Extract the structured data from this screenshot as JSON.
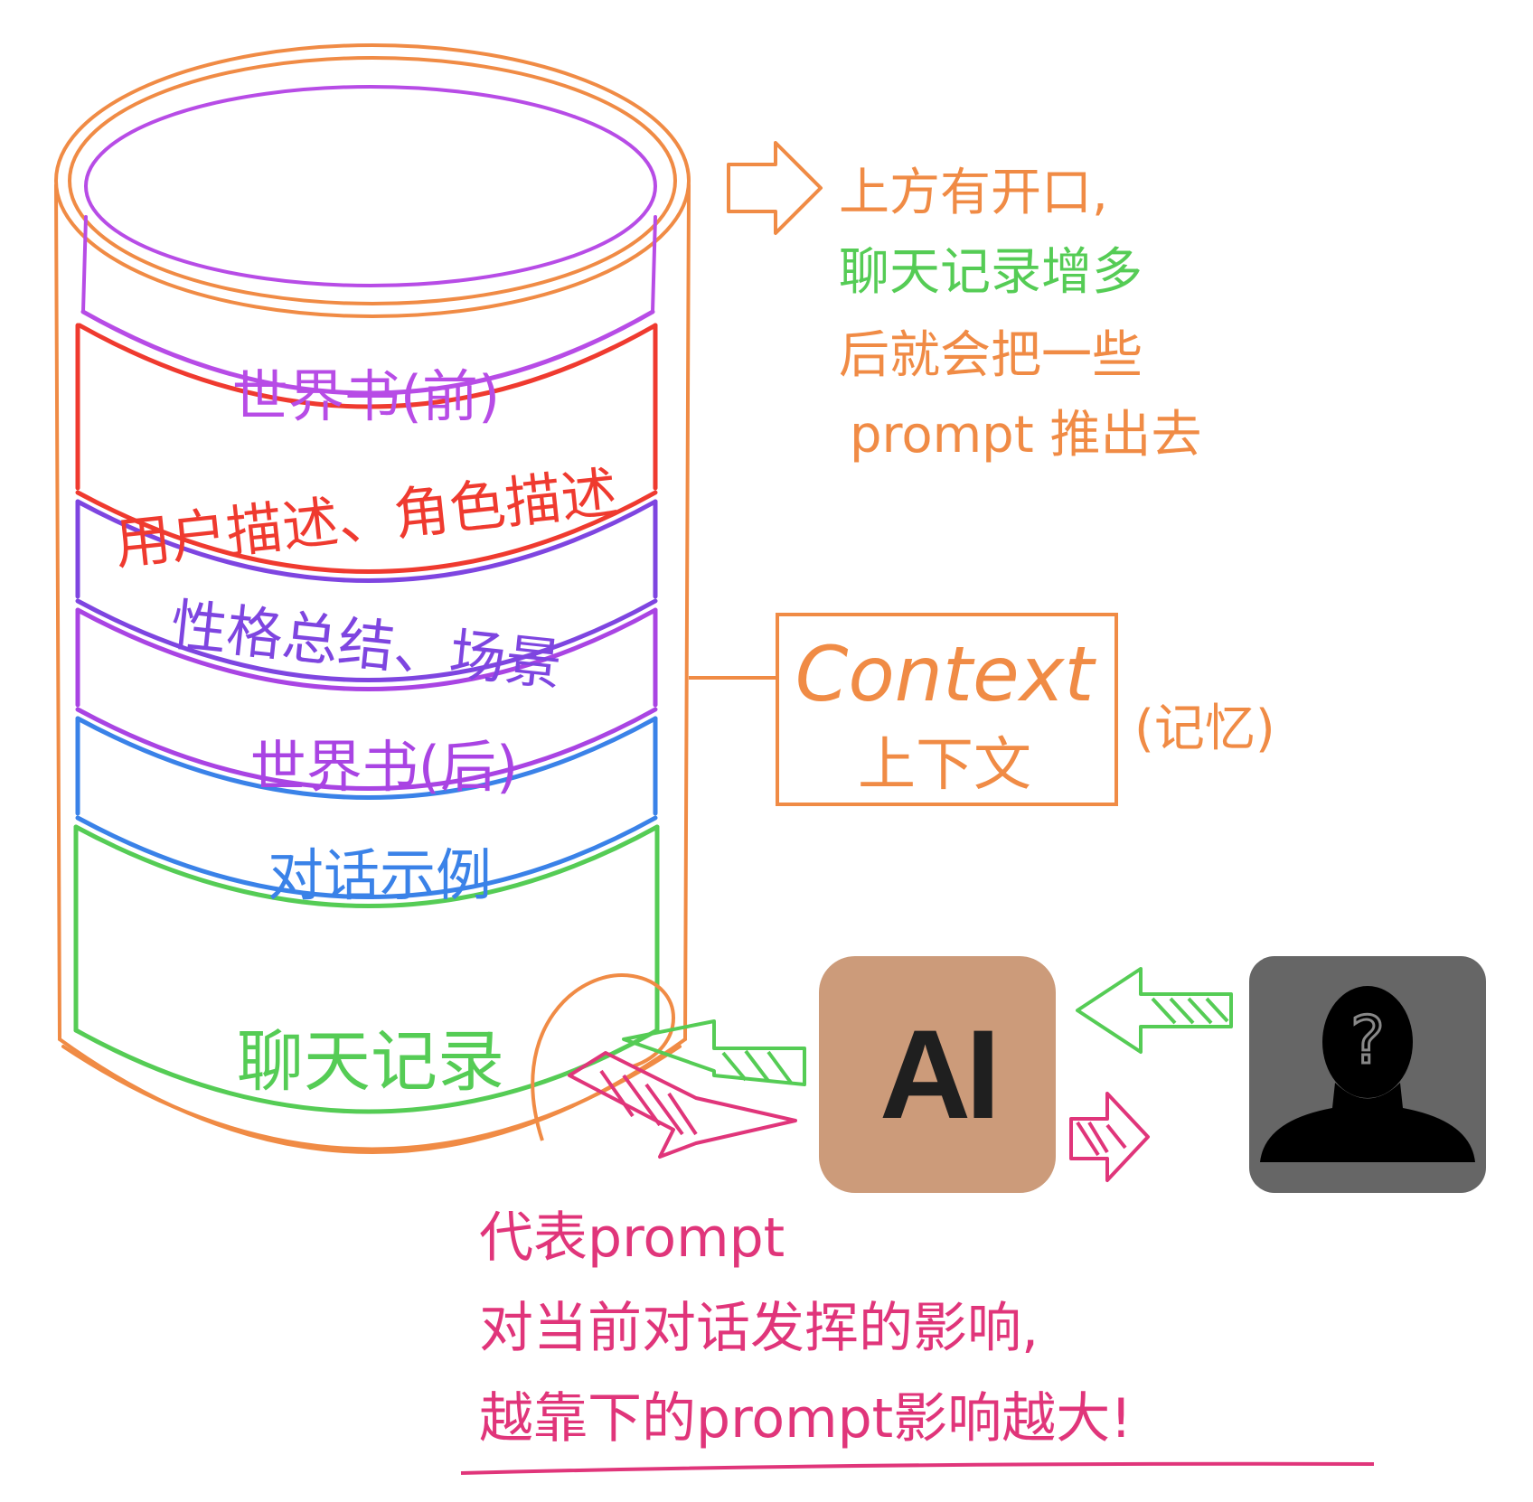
{
  "layers": [
    {
      "id": "worldbook-front",
      "label": "世界书(前)",
      "color": "#b74ce6"
    },
    {
      "id": "user-char-desc",
      "label": "用户描述、角色描述",
      "color": "#ef3a2f"
    },
    {
      "id": "personality-scene",
      "label": "性格总结、场景",
      "color": "#7e45e0"
    },
    {
      "id": "worldbook-back",
      "label": "世界书(后)",
      "color": "#a944e3"
    },
    {
      "id": "dialogue-examples",
      "label": "对话示例",
      "color": "#3a82e8"
    },
    {
      "id": "chat-history",
      "label": "聊天记录",
      "color": "#55cc55"
    }
  ],
  "note_top": {
    "lines": [
      {
        "text": "上方有开口,",
        "color": "#f08b45"
      },
      {
        "text": "聊天记录增多",
        "color": "#55cc55"
      },
      {
        "text": "后就会把一些",
        "color": "#f08b45"
      },
      {
        "text": "prompt 推出去",
        "color": "#f08b45"
      }
    ]
  },
  "context_box": {
    "title": "Context",
    "subtitle": "上下文",
    "memory": "(记忆)",
    "color": "#f08b45"
  },
  "ai_icon": {
    "label": "AI",
    "bg": "#cc9b7a",
    "fg": "#1f1f1f"
  },
  "user_icon": {
    "icon": "unknown-person-icon",
    "glyph": "?",
    "bg": "#666666"
  },
  "note_bottom": {
    "lines": [
      "代表prompt",
      "对当前对话发挥的影响,",
      "越靠下的prompt影响越大!"
    ],
    "color": "#e0357a"
  },
  "colors": {
    "cylinder": "#f08b45",
    "green_arrow": "#55cc55",
    "pink_arrow": "#e0357a"
  }
}
